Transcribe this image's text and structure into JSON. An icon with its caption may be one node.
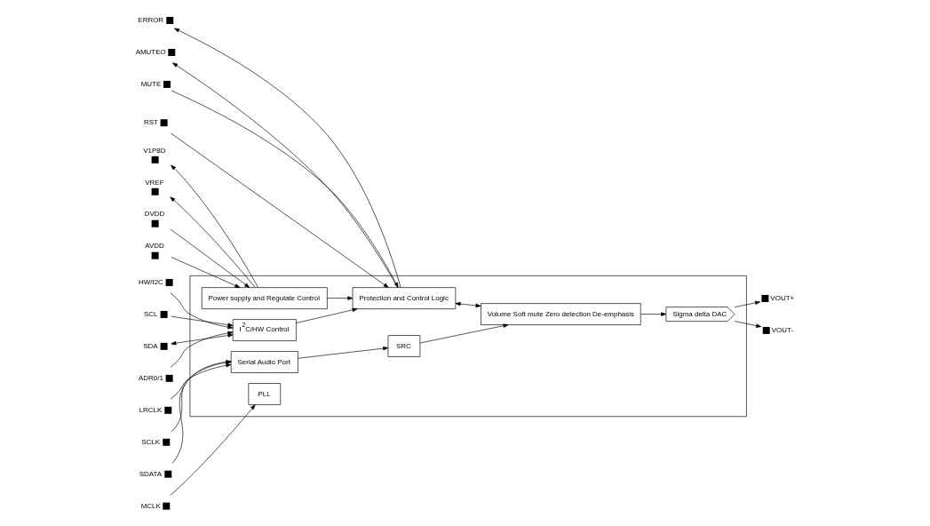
{
  "diagram": {
    "nodes": [
      {
        "text": [],
        "shape": "box"
      },
      {
        "text": [
          "DVDD"
        ]
      },
      {
        "text": [
          "V1P8D"
        ]
      },
      {
        "text": [
          "AVDD"
        ]
      },
      {
        "text": [
          "VREF"
        ]
      },
      {
        "text": [
          "HW/I2C"
        ]
      },
      {
        "text": [
          "SCL"
        ]
      },
      {
        "text": [
          "SDA"
        ]
      },
      {
        "text": [
          "ADR0/1"
        ]
      },
      {
        "text": [
          "I$^{2}$C/HW Control"
        ],
        "in": 0
      },
      {
        "text": [
          "Power supply and Regulate Control"
        ],
        "in": 0
      },
      {
        "text": [
          "MUTE"
        ]
      },
      {
        "text": [
          "RST"
        ]
      },
      {
        "text": [
          "Protection and Control Logic"
        ],
        "in": 0
      },
      {
        "text": [
          "ERROR"
        ]
      },
      {
        "text": [
          "AMUTEO"
        ]
      },
      {
        "text": [
          "LRCLK"
        ]
      },
      {
        "text": [
          "SCLK"
        ]
      },
      {
        "text": [
          "SDATA"
        ]
      },
      {
        "text": [
          "Serial Audio Port"
        ],
        "in": 0
      },
      {
        "text": [
          "SRC"
        ],
        "in": 0
      },
      {
        "text": [
          "Volume Soft mute Zero detection De-emphasis"
        ],
        "in": 0
      },
      {
        "text": [
          "Sigma delta DAC"
        ],
        "in": 0
      },
      {
        "text": [
          "VOUT+"
        ]
      },
      {
        "text": [
          "VOUT-"
        ]
      },
      {
        "text": [
          "MCLK"
        ]
      },
      {
        "text": [
          "PLL"
        ],
        "in": 0
      }
    ],
    "edges": [
      {
        "from": 1,
        "to": 10,
        "arrow": "to"
      },
      {
        "from": 10,
        "to": 2,
        "arrow": "to"
      },
      {
        "from": 3,
        "to": 10,
        "arrow": "to"
      },
      {
        "from": 10,
        "to": 4,
        "arrow": "to"
      },
      {
        "from": 5,
        "to": 9,
        "arrow": "to"
      },
      {
        "from": 6,
        "to": 9,
        "arrow": "to"
      },
      {
        "from": 7,
        "to": 9,
        "arrow": "both"
      },
      {
        "from": 8,
        "to": 9,
        "arrow": "to"
      },
      {
        "from": 9,
        "to": 13,
        "arrow": "to"
      },
      {
        "from": 10,
        "to": 13,
        "arrow": "to"
      },
      {
        "from": 11,
        "to": 13,
        "arrow": "to"
      },
      {
        "from": 12,
        "to": 13,
        "arrow": "to"
      },
      {
        "from": 13,
        "to": 14,
        "arrow": "to"
      },
      {
        "from": 13,
        "to": 15,
        "arrow": "to"
      },
      {
        "from": 13,
        "to": 21,
        "arrow": "both"
      },
      {
        "from": 16,
        "to": 19,
        "arrow": "to"
      },
      {
        "from": 17,
        "to": 19,
        "arrow": "to"
      },
      {
        "from": 18,
        "to": 19,
        "arrow": "to"
      },
      {
        "from": 19,
        "to": 20,
        "arrow": "to"
      },
      {
        "from": 20,
        "to": 21,
        "arrow": "to"
      },
      {
        "from": 21,
        "to": 22,
        "arrow": "to"
      },
      {
        "from": 22,
        "to": 23,
        "arrow": "to"
      },
      {
        "from": 22,
        "to": 24,
        "arrow": "to"
      },
      {
        "from": 25,
        "to": 26,
        "arrow": "to"
      }
    ]
  }
}
